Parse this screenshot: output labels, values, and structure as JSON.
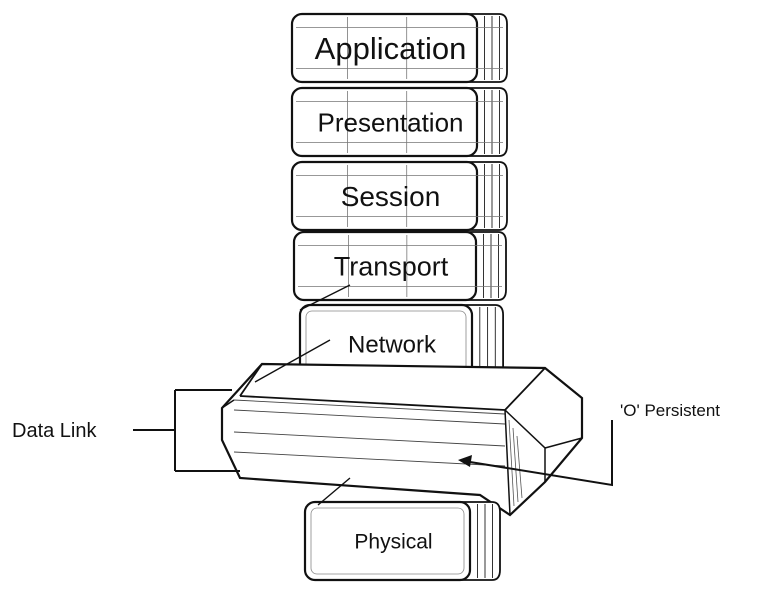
{
  "diagram": {
    "layers": [
      {
        "id": "application",
        "label": "Application"
      },
      {
        "id": "presentation",
        "label": "Presentation"
      },
      {
        "id": "session",
        "label": "Session"
      },
      {
        "id": "transport",
        "label": "Transport"
      },
      {
        "id": "network",
        "label": "Network"
      },
      {
        "id": "data-link",
        "label": ""
      },
      {
        "id": "physical",
        "label": "Physical"
      }
    ],
    "callouts": {
      "data_link": "Data Link",
      "o_persistent": "'O' Persistent"
    }
  }
}
